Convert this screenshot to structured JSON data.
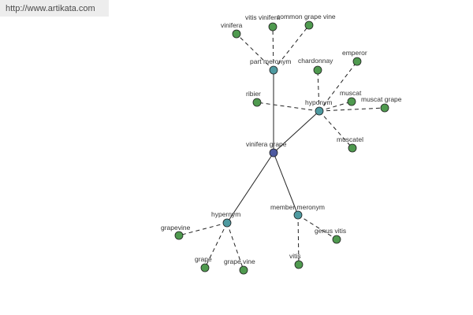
{
  "banner": {
    "url": "http://www.artikata.com"
  },
  "graph": {
    "colors": {
      "root": "#4e5aa0",
      "relation": "#4e9aa0",
      "leaf": "#4f9a4f",
      "edge": "#222222"
    },
    "root": {
      "id": "vinifera-grape",
      "label": "vinifera grape"
    },
    "relations": [
      {
        "id": "part-meronym",
        "label": "part meronym",
        "children": [
          "vinifera",
          "vitis vinifera",
          "common grape vine"
        ]
      },
      {
        "id": "hyponym",
        "label": "hyponym",
        "children": [
          "ribier",
          "chardonnay",
          "emperor",
          "muscat",
          "muscat grape",
          "muscatel"
        ]
      },
      {
        "id": "hypernym",
        "label": "hypernym",
        "children": [
          "grapevine",
          "grape",
          "grape vine"
        ]
      },
      {
        "id": "member-meronym",
        "label": "member meronym",
        "children": [
          "vitis",
          "genus vitis"
        ]
      }
    ]
  }
}
